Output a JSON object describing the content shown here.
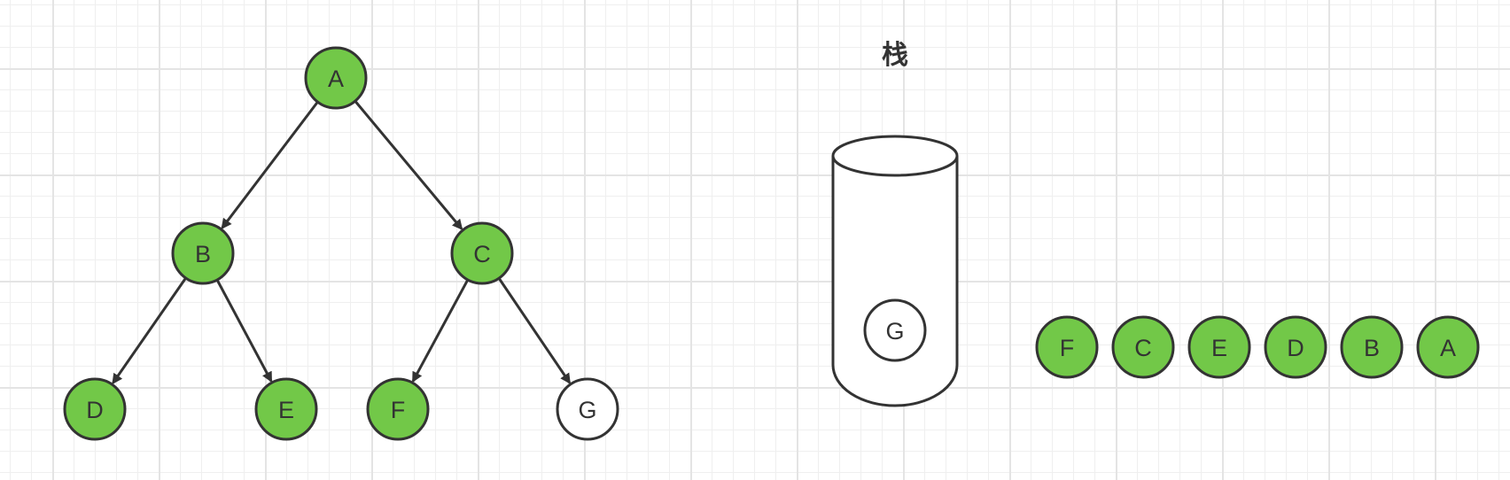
{
  "colors": {
    "visited_fill": "#72c848",
    "unvisited_fill": "#ffffff",
    "stroke": "#333333"
  },
  "tree": {
    "nodes": [
      {
        "id": "A",
        "label": "A",
        "visited": true
      },
      {
        "id": "B",
        "label": "B",
        "visited": true
      },
      {
        "id": "C",
        "label": "C",
        "visited": true
      },
      {
        "id": "D",
        "label": "D",
        "visited": true
      },
      {
        "id": "E",
        "label": "E",
        "visited": true
      },
      {
        "id": "F",
        "label": "F",
        "visited": true
      },
      {
        "id": "G",
        "label": "G",
        "visited": false
      }
    ],
    "edges": [
      {
        "from": "A",
        "to": "B"
      },
      {
        "from": "A",
        "to": "C"
      },
      {
        "from": "B",
        "to": "D"
      },
      {
        "from": "B",
        "to": "E"
      },
      {
        "from": "C",
        "to": "F"
      },
      {
        "from": "C",
        "to": "G"
      }
    ]
  },
  "stack": {
    "title": "栈",
    "items": [
      {
        "label": "G",
        "visited": false
      }
    ]
  },
  "output": {
    "sequence": [
      {
        "label": "F",
        "visited": true
      },
      {
        "label": "C",
        "visited": true
      },
      {
        "label": "E",
        "visited": true
      },
      {
        "label": "D",
        "visited": true
      },
      {
        "label": "B",
        "visited": true
      },
      {
        "label": "A",
        "visited": true
      }
    ]
  }
}
